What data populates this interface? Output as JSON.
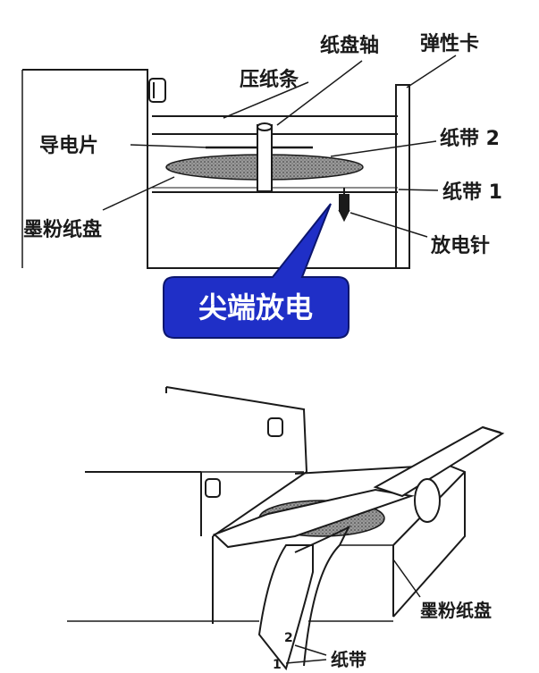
{
  "top_diagram": {
    "labels": {
      "paper_tray_shaft": "纸盘轴",
      "elastic_clip": "弹性卡",
      "press_strip": "压纸条",
      "conductive_sheet": "导电片",
      "tape_2": "纸带 2",
      "tape_1": "纸带 1",
      "toner_tray": "墨粉纸盘",
      "discharge_needle": "放电针"
    },
    "callout": {
      "text": "尖端放电",
      "color": "#1f2fc7"
    }
  },
  "bottom_diagram": {
    "labels": {
      "toner_tray": "墨粉纸盘",
      "tape": "纸带",
      "number_2": "2",
      "number_1": "1"
    }
  }
}
